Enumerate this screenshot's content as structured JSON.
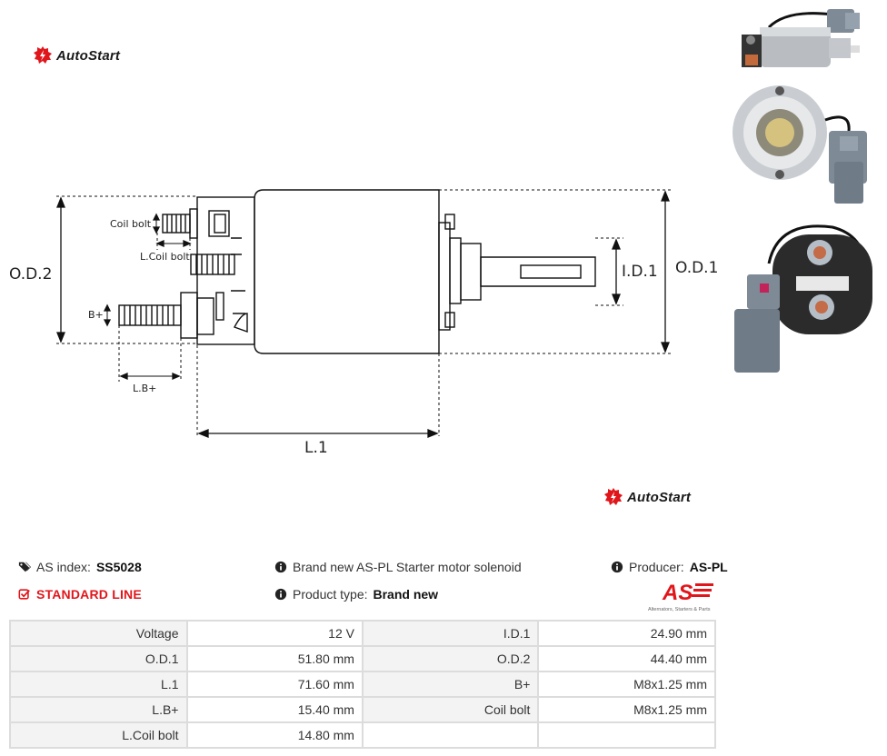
{
  "brand": {
    "name": "AutoStart"
  },
  "drawing": {
    "labels": {
      "coil_bolt": "Coil bolt",
      "l_coil_bolt": "L.Coil bolt",
      "b_plus": "B+",
      "l_b_plus": "L.B+",
      "od2": "O.D.2",
      "od1": "O.D.1",
      "id1": "I.D.1",
      "l1": "L.1"
    }
  },
  "product": {
    "as_index_label": "AS index:",
    "as_index_value": "SS5028",
    "line": "STANDARD LINE",
    "description": "Brand new AS-PL Starter motor solenoid",
    "product_type_label": "Product type:",
    "product_type_value": "Brand new",
    "producer_label": "Producer:",
    "producer_value": "AS-PL",
    "producer_logo_text": "AS",
    "producer_tagline": "Alternators, Starters & Parts"
  },
  "specs": {
    "rows": [
      {
        "l1": "Voltage",
        "v1": "12 V",
        "l2": "I.D.1",
        "v2": "24.90 mm"
      },
      {
        "l1": "O.D.1",
        "v1": "51.80 mm",
        "l2": "O.D.2",
        "v2": "44.40 mm"
      },
      {
        "l1": "L.1",
        "v1": "71.60 mm",
        "l2": "B+",
        "v2": "M8x1.25 mm"
      },
      {
        "l1": "L.B+",
        "v1": "15.40 mm",
        "l2": "Coil bolt",
        "v2": "M8x1.25 mm"
      },
      {
        "l1": "L.Coil bolt",
        "v1": "14.80 mm",
        "l2": "",
        "v2": ""
      }
    ]
  },
  "colors": {
    "accent_red": "#e0161b"
  }
}
